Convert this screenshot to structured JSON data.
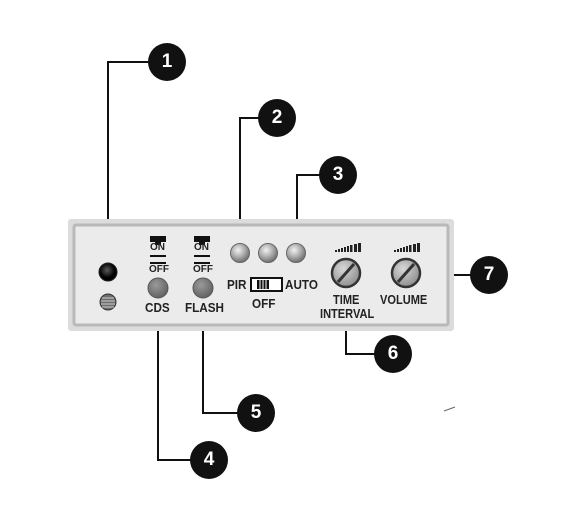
{
  "callouts": [
    "1",
    "2",
    "3",
    "4",
    "5",
    "6",
    "7"
  ],
  "switch_labels": {
    "cds_on": "ON",
    "cds_off": "OFF",
    "flash_on": "ON",
    "flash_off": "OFF"
  },
  "labels": {
    "cds": "CDS",
    "flash": "FLASH",
    "pir": "PIR",
    "auto": "AUTO",
    "off": "OFF",
    "time_line1": "TIME",
    "time_line2": "INTERVAL",
    "volume": "VOLUME"
  },
  "colors": {
    "panel_bg": "#ebebeb",
    "panel_border": "#b9b9b9",
    "callout": "#111111",
    "leader": "#111111",
    "button": "#7a7a7a",
    "led": "#9a9a9a"
  }
}
